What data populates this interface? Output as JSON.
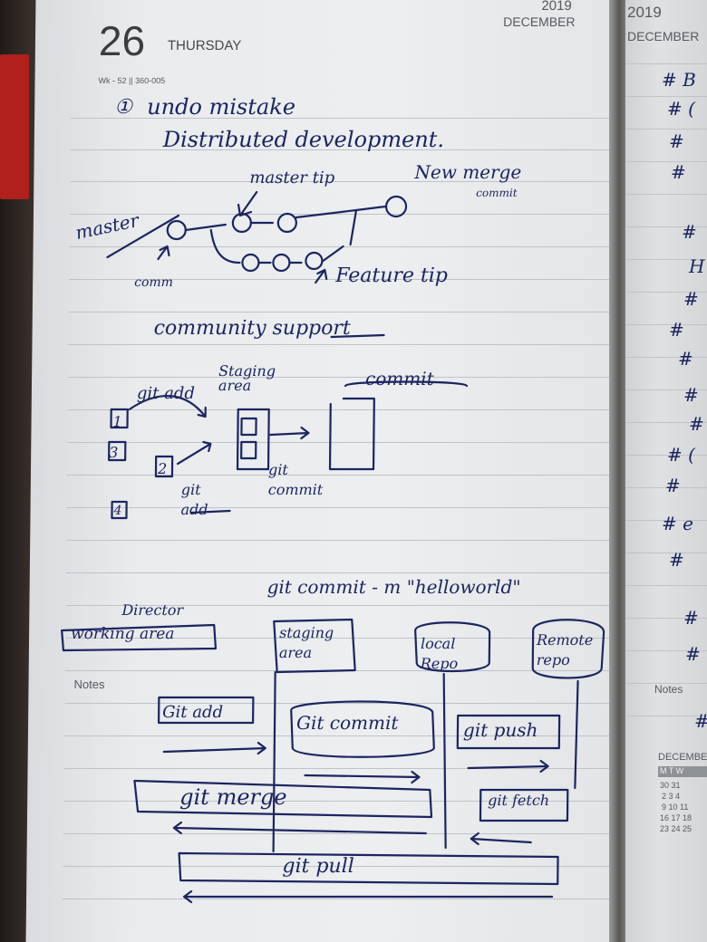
{
  "left_page": {
    "header": {
      "day_number": "26",
      "weekday": "THURSDAY",
      "year": "2019",
      "month": "DECEMBER",
      "week_info": "Wk - 52 || 360-005"
    },
    "notes_label": "Notes",
    "handwriting": {
      "item_1_number": "①",
      "line_1": "undo    mistake",
      "line_2": "Distributed   development.",
      "diagram_master_tip": "master tip",
      "diagram_new_merge": "New merge",
      "diagram_commit": "commit",
      "diagram_master": "master",
      "diagram_comm": "comm",
      "diagram_feature_tip": "Feature tip",
      "community_support": "community support",
      "git_add": "git add",
      "staging_area": "Staging area",
      "commit_label": "commit",
      "box_1": "1",
      "box_3": "3",
      "box_2": "2",
      "box_4": "4",
      "git_add_2": "git add",
      "git_commit_2": "git commit",
      "git_commit_cmd": "git commit - m \"helloworld\"",
      "director": "Director",
      "working_area": "working area",
      "staging_area_2": "staging area",
      "local_repo": "local Repo",
      "remote_repo": "Remote repo",
      "gitadd": "Git add",
      "gitcommit": "Git commit",
      "git_push": "git push",
      "git_merge": "git merge",
      "git_fetch": "git fetch",
      "git_pull": "git pull"
    }
  },
  "right_page": {
    "year": "2019",
    "month": "DECEMBER",
    "notes_label": "Notes",
    "calendar_title": "DECEMBER",
    "calendar_header": "M  T  W",
    "calendar_rows": [
      "30 31",
      "2  3  4",
      "9 10 11",
      "16 17 18",
      "23 24 25"
    ],
    "hash_marks": [
      "# B",
      "# (",
      "#",
      "#",
      "#",
      "H",
      "#",
      "#",
      "#",
      "#",
      "#",
      "# (",
      "#",
      "# e",
      "#",
      "#",
      "#",
      "#"
    ]
  }
}
